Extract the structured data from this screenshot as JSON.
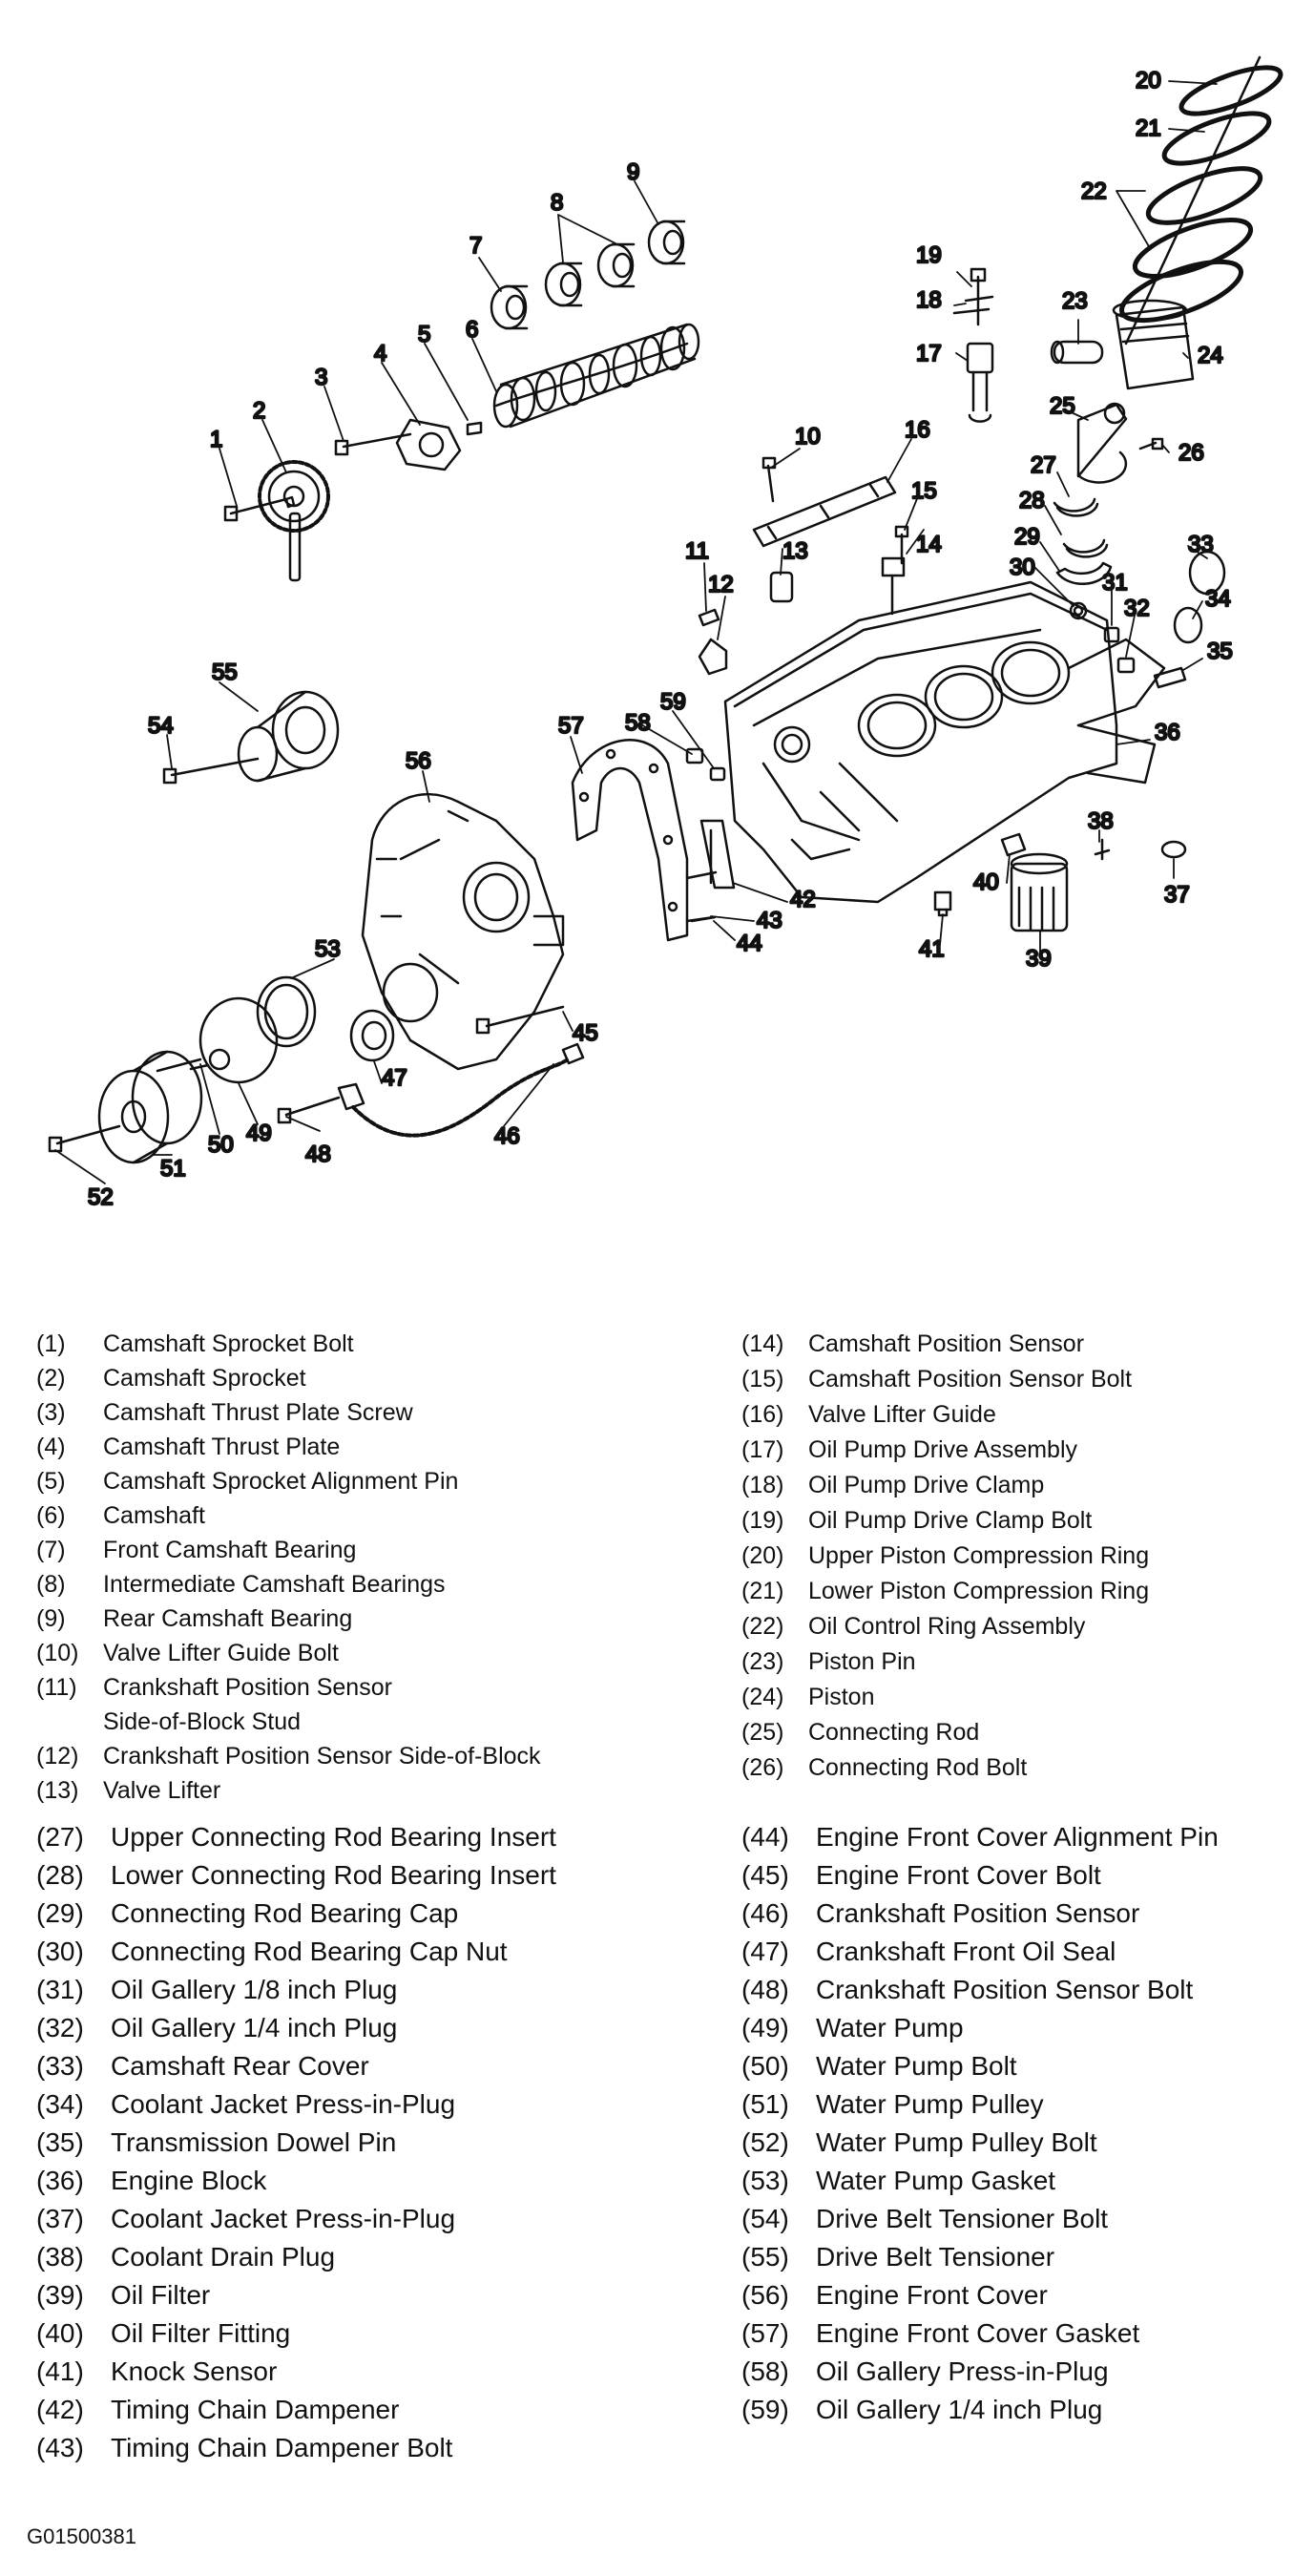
{
  "callouts": [
    "1",
    "2",
    "3",
    "4",
    "5",
    "6",
    "7",
    "8",
    "9",
    "10",
    "11",
    "12",
    "13",
    "14",
    "15",
    "16",
    "17",
    "18",
    "19",
    "20",
    "21",
    "22",
    "23",
    "24",
    "25",
    "26",
    "27",
    "28",
    "29",
    "30",
    "31",
    "32",
    "33",
    "34",
    "35",
    "36",
    "37",
    "38",
    "39",
    "40",
    "41",
    "42",
    "43",
    "44",
    "45",
    "46",
    "47",
    "48",
    "49",
    "50",
    "51",
    "52",
    "53",
    "54",
    "55",
    "56",
    "57",
    "58",
    "59"
  ],
  "legend_left_top": [
    {
      "num": "(1)",
      "label": "Camshaft Sprocket Bolt"
    },
    {
      "num": "(2)",
      "label": "Camshaft Sprocket"
    },
    {
      "num": "(3)",
      "label": "Camshaft Thrust Plate Screw"
    },
    {
      "num": "(4)",
      "label": "Camshaft Thrust Plate"
    },
    {
      "num": "(5)",
      "label": "Camshaft Sprocket Alignment Pin"
    },
    {
      "num": "(6)",
      "label": "Camshaft"
    },
    {
      "num": "(7)",
      "label": "Front Camshaft Bearing"
    },
    {
      "num": "(8)",
      "label": "Intermediate Camshaft Bearings"
    },
    {
      "num": "(9)",
      "label": "Rear Camshaft Bearing"
    },
    {
      "num": "(10)",
      "label": "Valve Lifter Guide Bolt"
    },
    {
      "num": "(11)",
      "label": "Crankshaft Position Sensor"
    },
    {
      "num": "",
      "label": "Side-of-Block Stud"
    },
    {
      "num": "(12)",
      "label": "Crankshaft Position Sensor Side-of-Block"
    },
    {
      "num": "(13)",
      "label": "Valve Lifter"
    }
  ],
  "legend_right_top": [
    {
      "num": "(14)",
      "label": "Camshaft Position Sensor"
    },
    {
      "num": "(15)",
      "label": "Camshaft Position Sensor Bolt"
    },
    {
      "num": "(16)",
      "label": "Valve Lifter Guide"
    },
    {
      "num": "(17)",
      "label": "Oil Pump Drive Assembly"
    },
    {
      "num": "(18)",
      "label": "Oil Pump Drive Clamp"
    },
    {
      "num": "(19)",
      "label": "Oil Pump Drive Clamp Bolt"
    },
    {
      "num": "(20)",
      "label": "Upper Piston Compression Ring"
    },
    {
      "num": "(21)",
      "label": "Lower Piston Compression Ring"
    },
    {
      "num": "(22)",
      "label": "Oil Control Ring Assembly"
    },
    {
      "num": "(23)",
      "label": "Piston Pin"
    },
    {
      "num": "(24)",
      "label": "Piston"
    },
    {
      "num": "(25)",
      "label": "Connecting Rod"
    },
    {
      "num": "(26)",
      "label": "Connecting Rod Bolt"
    }
  ],
  "legend_left_bottom": [
    {
      "num": "(27)",
      "label": "Upper Connecting Rod Bearing Insert"
    },
    {
      "num": "(28)",
      "label": "Lower Connecting Rod Bearing Insert"
    },
    {
      "num": "(29)",
      "label": "Connecting Rod Bearing Cap"
    },
    {
      "num": "(30)",
      "label": "Connecting Rod Bearing Cap Nut"
    },
    {
      "num": "(31)",
      "label": "Oil Gallery 1/8 inch Plug"
    },
    {
      "num": "(32)",
      "label": "Oil Gallery 1/4 inch Plug"
    },
    {
      "num": "(33)",
      "label": "Camshaft Rear Cover"
    },
    {
      "num": "(34)",
      "label": "Coolant Jacket Press-in-Plug"
    },
    {
      "num": "(35)",
      "label": "Transmission Dowel Pin"
    },
    {
      "num": "(36)",
      "label": "Engine Block"
    },
    {
      "num": "(37)",
      "label": "Coolant Jacket Press-in-Plug"
    },
    {
      "num": "(38)",
      "label": "Coolant Drain Plug"
    },
    {
      "num": "(39)",
      "label": "Oil Filter"
    },
    {
      "num": "(40)",
      "label": "Oil Filter Fitting"
    },
    {
      "num": "(41)",
      "label": "Knock Sensor"
    },
    {
      "num": "(42)",
      "label": "Timing Chain Dampener"
    },
    {
      "num": "(43)",
      "label": "Timing Chain Dampener Bolt"
    }
  ],
  "legend_right_bottom": [
    {
      "num": "(44)",
      "label": "Engine Front Cover Alignment Pin"
    },
    {
      "num": "(45)",
      "label": "Engine Front Cover Bolt"
    },
    {
      "num": "(46)",
      "label": "Crankshaft Position Sensor"
    },
    {
      "num": "(47)",
      "label": "Crankshaft Front Oil Seal"
    },
    {
      "num": "(48)",
      "label": "Crankshaft Position Sensor Bolt"
    },
    {
      "num": "(49)",
      "label": "Water Pump"
    },
    {
      "num": "(50)",
      "label": "Water Pump Bolt"
    },
    {
      "num": "(51)",
      "label": "Water Pump Pulley"
    },
    {
      "num": "(52)",
      "label": "Water Pump Pulley Bolt"
    },
    {
      "num": "(53)",
      "label": "Water Pump Gasket"
    },
    {
      "num": "(54)",
      "label": "Drive Belt Tensioner Bolt"
    },
    {
      "num": "(55)",
      "label": "Drive Belt Tensioner"
    },
    {
      "num": "(56)",
      "label": "Engine Front Cover"
    },
    {
      "num": "(57)",
      "label": "Engine Front Cover Gasket"
    },
    {
      "num": "(58)",
      "label": "Oil Gallery Press-in-Plug"
    },
    {
      "num": "(59)",
      "label": "Oil Gallery 1/4 inch Plug"
    }
  ],
  "figure_id": "G01500381"
}
